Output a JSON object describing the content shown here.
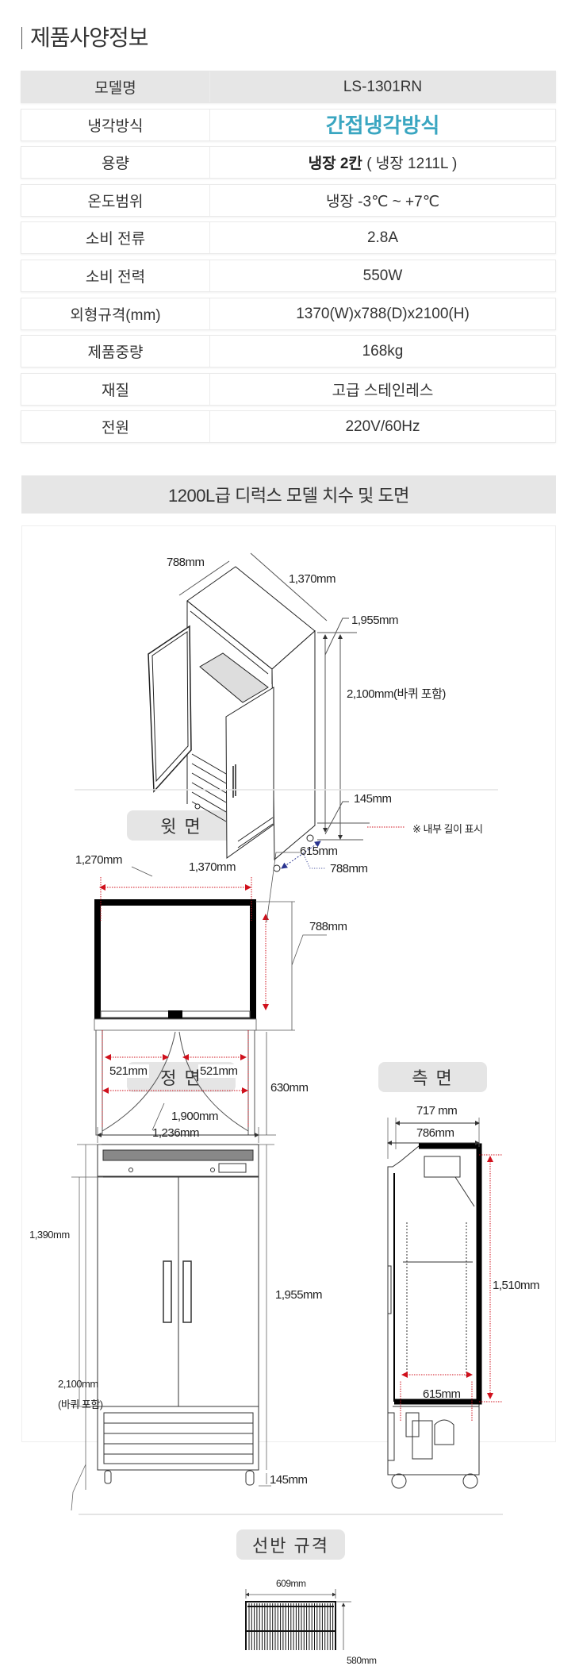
{
  "title": "제품사양정보",
  "spec_table": {
    "rows": [
      {
        "label": "모델명",
        "value": "LS-1301RN"
      },
      {
        "label": "냉각방식",
        "value": "간접냉각방식"
      },
      {
        "label": "용량",
        "value_bold": "냉장 2칸",
        "value": " ( 냉장 1211L )"
      },
      {
        "label": "온도범위",
        "value": "냉장 -3℃ ~ +7℃"
      },
      {
        "label": "소비 전류",
        "value": "2.8A"
      },
      {
        "label": "소비 전력",
        "value": "550W"
      },
      {
        "label": "외형규격(mm)",
        "value": "1370(W)x788(D)x2100(H)"
      },
      {
        "label": "제품중량",
        "value": "168kg"
      },
      {
        "label": "재질",
        "value": "고급 스테인레스"
      },
      {
        "label": "전원",
        "value": "220V/60Hz"
      }
    ]
  },
  "accent_color": "#3aa6c1",
  "dimension_section": {
    "title": "1200L급 디럭스 모델 치수 및 도면",
    "iso": {
      "depth_top": "788mm",
      "width": "1,370mm",
      "body_height": "1,955mm",
      "total_height": "2,100mm(바퀴 포함)",
      "wheel": "145mm",
      "depth_bottom": "788mm"
    },
    "top_view": {
      "title": "윗 면",
      "legend": "※ 내부 길이 표시",
      "inner_width": "1,270mm",
      "width": "1,370mm",
      "inner_depth": "615mm",
      "depth": "788mm",
      "door_left": "521mm",
      "door_right": "521mm",
      "door_total": "1,236mm",
      "door_swing": "630mm"
    },
    "front_view": {
      "title": "정 면",
      "width": "1,900mm",
      "door_height": "1,390mm",
      "body_height": "1,955mm",
      "wheel": "145mm",
      "total_height": "2,100mm",
      "total_note": "(바퀴 포함)"
    },
    "side_view": {
      "title": "측 면",
      "inner_depth": "717 mm",
      "depth": "786mm",
      "inner_height": "1,510mm",
      "bottom_depth": "615mm"
    }
  },
  "shelf_section": {
    "title": "선반 규격",
    "width": "609mm",
    "depth": "580mm"
  }
}
